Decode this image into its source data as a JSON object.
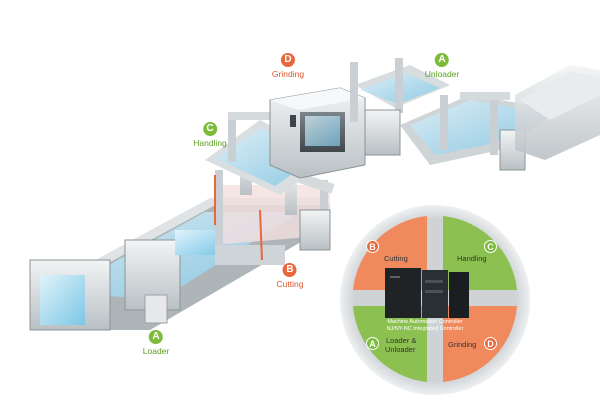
{
  "callouts": {
    "grinding": {
      "letter": "D",
      "label": "Grinding"
    },
    "unloader_top": {
      "letter": "A",
      "label": "Unloader"
    },
    "handling": {
      "letter": "C",
      "label": "Handling"
    },
    "cutting": {
      "letter": "B",
      "label": "Cutting"
    },
    "loader": {
      "letter": "A",
      "label": "Loader"
    }
  },
  "wheel": {
    "cutting": {
      "letter": "B",
      "label": "Cutting"
    },
    "handling": {
      "letter": "C",
      "label": "Handling"
    },
    "loader_unloader": {
      "letter": "A",
      "line1": "Loader &",
      "line2": "Unloader"
    },
    "grinding": {
      "letter": "D",
      "label": "Grinding"
    },
    "controller_line1": "Machine Automation Controller",
    "controller_line2": "NJ/NY-NC Integrated Controller"
  },
  "colors": {
    "green": "#7dbb3c",
    "orange": "#e8673d",
    "wheel_green": "#8cc152",
    "wheel_orange": "#f08a5d"
  }
}
